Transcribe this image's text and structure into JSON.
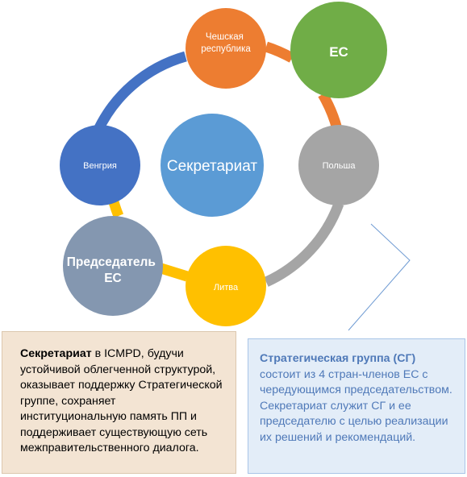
{
  "diagram": {
    "center": {
      "label": "Секретариат",
      "color": "#5b9bd5"
    },
    "nodes": {
      "czech": {
        "label_lines": [
          "Чешская",
          "республика"
        ],
        "color": "#ed7d31"
      },
      "eu": {
        "label": "ЕС",
        "color": "#70ad47"
      },
      "poland": {
        "label": "Польша",
        "color": "#a5a5a5"
      },
      "lithuania": {
        "label": "Литва",
        "color": "#ffc000"
      },
      "chair": {
        "label_lines": [
          "Председатель",
          "ЕС"
        ],
        "color": "#8497b0"
      },
      "hungary": {
        "label": "Венгрия",
        "color": "#4472c4"
      }
    }
  },
  "secretariat_note": {
    "title": "Секретариат",
    "body": " в ICMPD, будучи устойчивой облегченной структурой, оказывает поддержку Стратегической группе, сохраняет институциональную память ПП и поддерживает существующую сеть межправительственного диалога."
  },
  "strategy_note": {
    "title": "Стратегическая группа (СГ)",
    "body": " состоит из 4 стран-членов ЕС с чередующимся председательством. Секретариат служит СГ и ее председателю с целью реализации их решений и рекомендаций."
  }
}
